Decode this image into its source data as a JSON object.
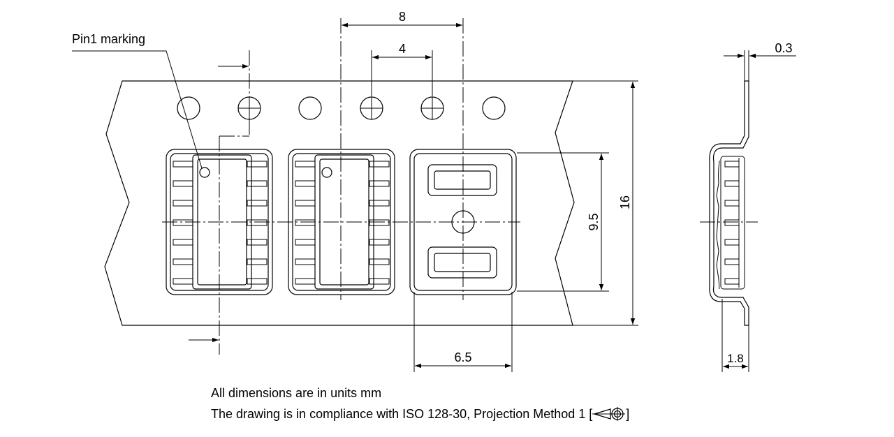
{
  "labels": {
    "pin1_marking": "Pin1 marking",
    "dim_pitch_8": "8",
    "dim_hole_pitch_4": "4",
    "dim_thickness_0_3": "0.3",
    "dim_tape_width_16": "16",
    "dim_cavity_9_5": "9.5",
    "dim_cavity_6_5": "6.5",
    "dim_depth_1_8": "1.8"
  },
  "notes": {
    "units": "All dimensions are in units mm",
    "compliance": "The drawing is in compliance with ISO 128-30, Projection Method 1 [",
    "compliance_end": "]"
  }
}
